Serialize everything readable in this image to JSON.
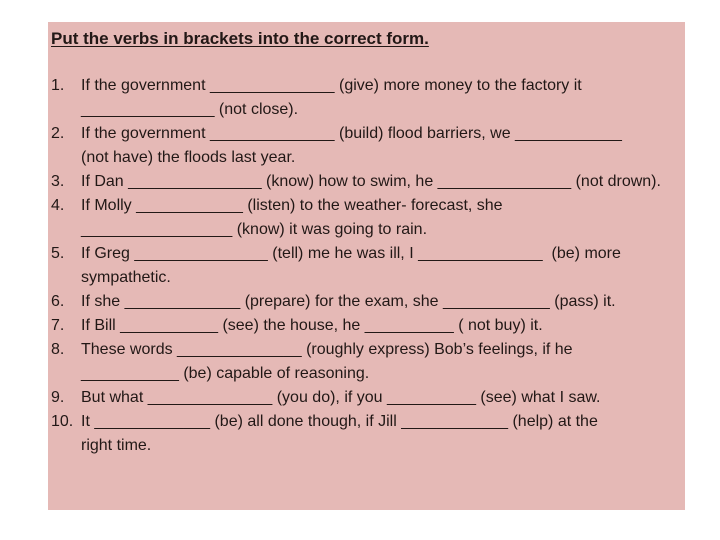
{
  "slide": {
    "colors": {
      "background": "#ffffff",
      "panel": "#e5b9b6",
      "text": "#221816"
    },
    "title": "Put the verbs in brackets into the correct form.",
    "items": [
      {
        "number": "1.",
        "lines": [
          "If the government ______________ (give) more money to the factory it",
          "_______________ (not close)."
        ]
      },
      {
        "number": "2.",
        "lines": [
          "If the government ______________ (build) flood barriers, we ____________",
          "(not have) the floods last year."
        ]
      },
      {
        "number": "3.",
        "lines": [
          "If Dan _______________ (know) how to swim, he _______________ (not drown)."
        ]
      },
      {
        "number": "4.",
        "lines": [
          "If Molly ____________ (listen) to the weather- forecast, she",
          "_________________ (know) it was going to rain."
        ]
      },
      {
        "number": "5.",
        "lines": [
          "If Greg _______________ (tell) me he was ill, I ______________  (be) more",
          "sympathetic."
        ]
      },
      {
        "number": "6.",
        "lines": [
          "If she _____________ (prepare) for the exam, she ____________ (pass) it."
        ]
      },
      {
        "number": "7.",
        "lines": [
          "If Bill ___________ (see) the house, he __________ ( not buy) it."
        ]
      },
      {
        "number": "8.",
        "lines": [
          "These words ______________ (roughly express) Bob’s feelings, if he",
          "___________ (be) capable of reasoning."
        ]
      },
      {
        "number": "9.",
        "lines": [
          "But what ______________ (you do), if you __________ (see) what I saw."
        ]
      },
      {
        "number": "10.",
        "lines": [
          "It _____________ (be) all done though, if Jill ____________ (help) at the",
          "right time."
        ]
      }
    ]
  }
}
